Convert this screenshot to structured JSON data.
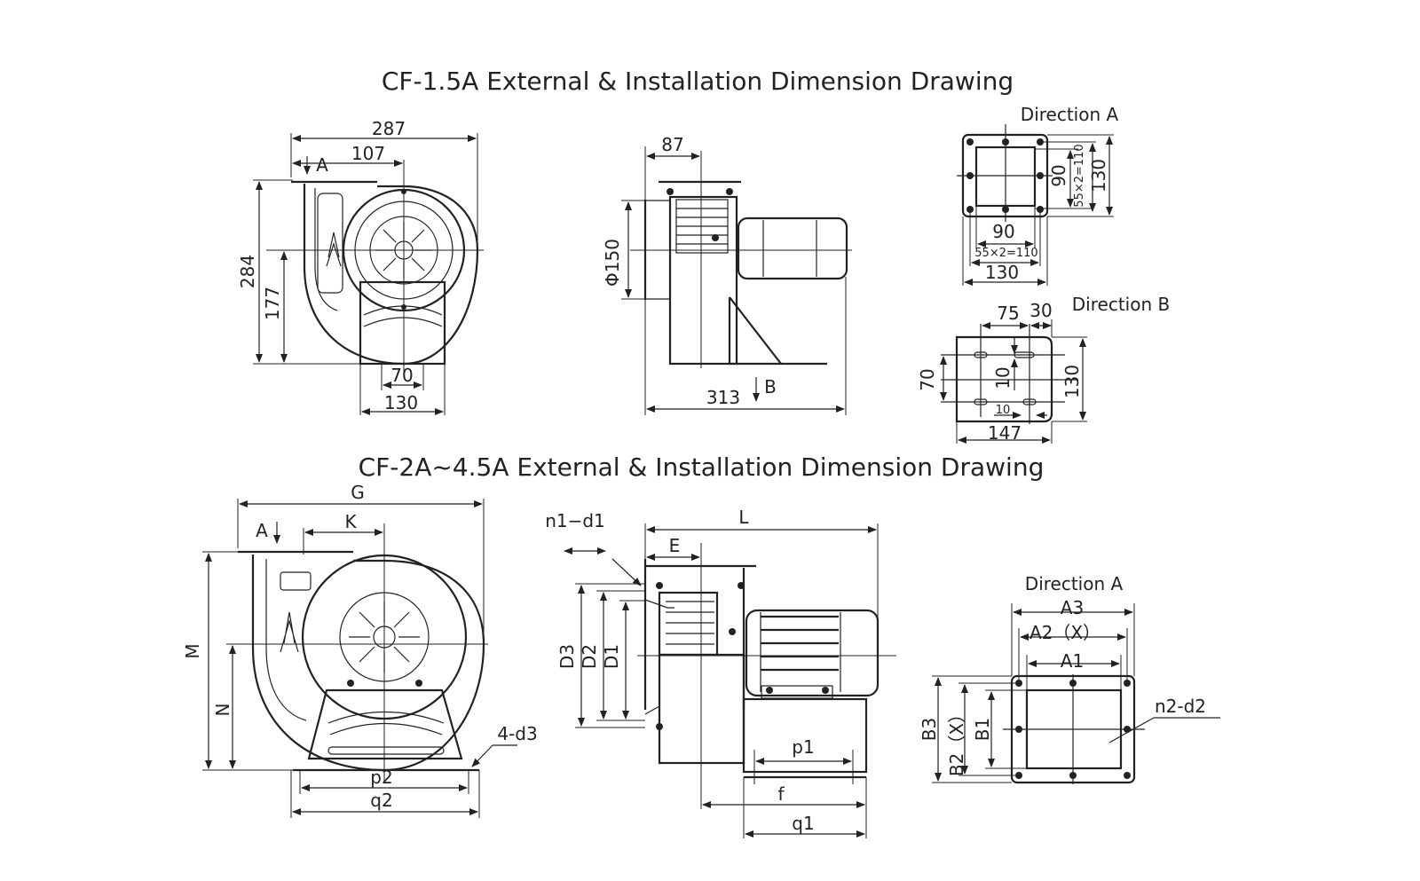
{
  "top": {
    "title": "CF-1.5A External & Installation Dimension Drawing",
    "front": {
      "w287": "287",
      "w107": "107",
      "arrow_a": "A",
      "h284": "284",
      "h177": "177",
      "w70": "70",
      "w130": "130"
    },
    "side": {
      "w87": "87",
      "d150": "Φ150",
      "w313": "313",
      "arrow_b": "B"
    },
    "direction_a": {
      "label": "Direction A",
      "v90": "90",
      "v110": "55×2=110",
      "v130": "130",
      "h90": "90",
      "h110": "55×2=110",
      "h130": "130"
    },
    "direction_b": {
      "label": "Direction B",
      "w75": "75",
      "w30": "30",
      "h70": "70",
      "v10": "10",
      "h10": "10",
      "h130": "130",
      "w147": "147"
    }
  },
  "bottom": {
    "title": "CF-2A~4.5A External & Installation Dimension Drawing",
    "front": {
      "G": "G",
      "arrow_a": "A",
      "K": "K",
      "M": "M",
      "N": "N",
      "d3": "4-d3",
      "p2": "p2",
      "q2": "q2"
    },
    "side": {
      "n1d1": "n1−d1",
      "L": "L",
      "E": "E",
      "D3": "D3",
      "D2": "D2",
      "D1": "D1",
      "p1": "p1",
      "f": "f",
      "q1": "q1"
    },
    "direction_a": {
      "label": "Direction A",
      "A3": "A3",
      "A2": "A2（X）",
      "A1": "A1",
      "B3": "B3",
      "B2": "B2（X）",
      "B1": "B1",
      "n2d2": "n2-d2"
    }
  }
}
